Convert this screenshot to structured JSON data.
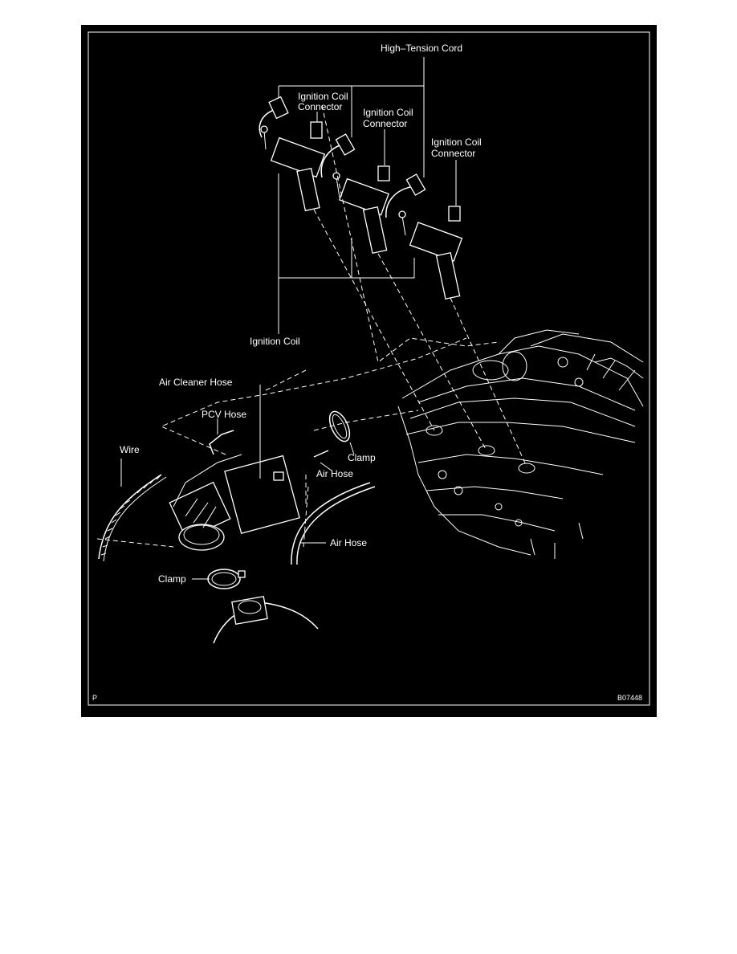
{
  "labels": {
    "high_tension_cord": "High–Tension Cord",
    "coil_connector_1_line1": "Ignition Coil",
    "coil_connector_1_line2": "Connector",
    "coil_connector_2_line1": "Ignition Coil",
    "coil_connector_2_line2": "Connector",
    "coil_connector_3_line1": "Ignition Coil",
    "coil_connector_3_line2": "Connector",
    "ignition_coil": "Ignition Coil",
    "air_cleaner_hose": "Air Cleaner Hose",
    "pcv_hose": "PCV Hose",
    "wire": "Wire",
    "clamp_upper": "Clamp",
    "air_hose_upper": "Air Hose",
    "air_hose_lower": "Air Hose",
    "clamp_lower": "Clamp"
  },
  "corner": {
    "left_code": "P",
    "figure_code": "B07448"
  }
}
